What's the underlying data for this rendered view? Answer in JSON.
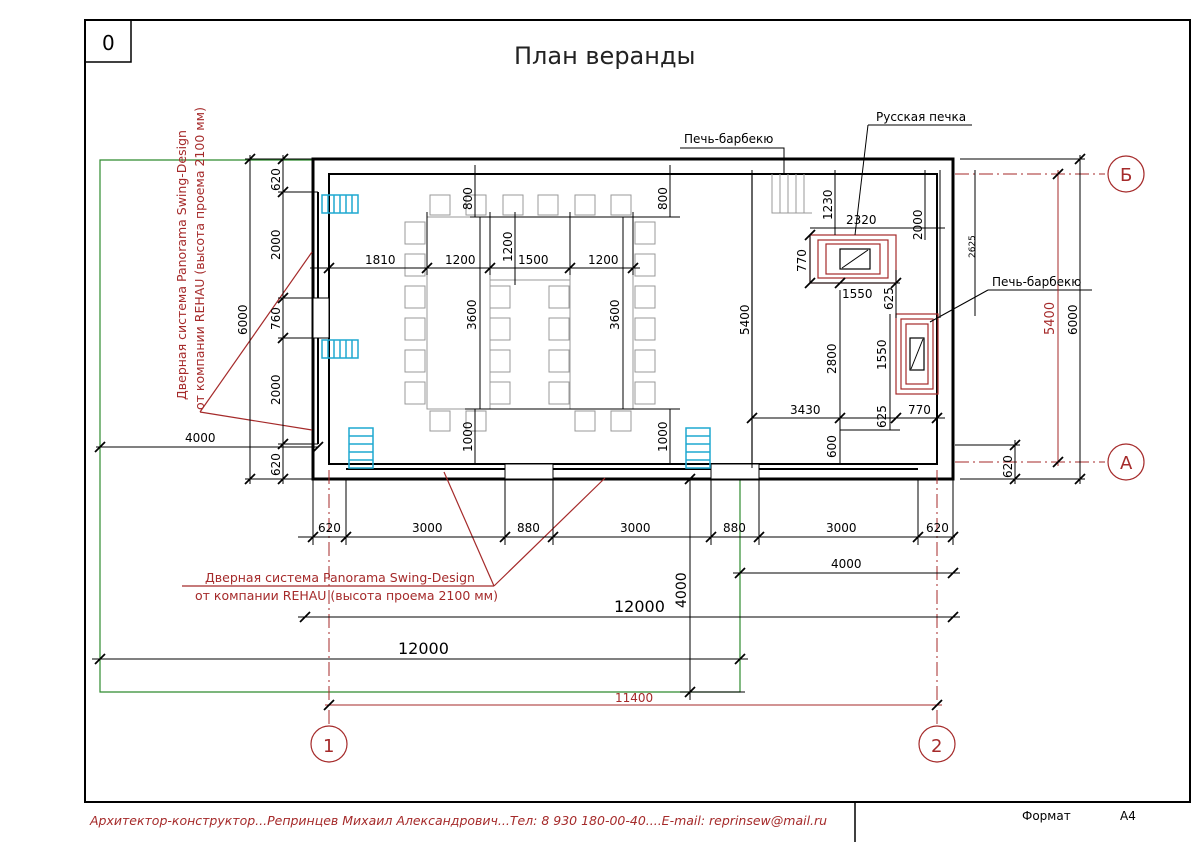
{
  "sheet": {
    "number": "0",
    "title": "План веранды",
    "format_label": "Формат",
    "format_value": "А4",
    "author_line": "Архитектор-конструктор...Репринцев Михаил Александрович...Тел: 8 930 180-00-40....E-mail: reprinsew@mail.ru"
  },
  "labels": {
    "bbq_top": "Печь-барбекю",
    "russian_stove": "Русская печка",
    "bbq_right": "Печь-барбекю",
    "door_left_1": "Дверная система Panorama Swing-Design",
    "door_left_2": "от компании REHAU (высота проема 2100 мм)",
    "door_bottom_1": "Дверная система Panorama Swing-Design",
    "door_bottom_2": "от компании REHAU (высота проема 2100 мм)"
  },
  "axes": {
    "axis_1": "1",
    "axis_2": "2",
    "axis_A": "А",
    "axis_B": "Б"
  },
  "dims": {
    "left_620_top": "620",
    "left_2000_a": "2000",
    "left_760": "760",
    "left_2000_b": "2000",
    "left_620_bot": "620",
    "left_6000": "6000",
    "left_4000": "4000",
    "top_800_a": "800",
    "top_800_b": "800",
    "row_1810": "1810",
    "row_1200_a": "1200",
    "vert_1200": "1200",
    "row_1500": "1500",
    "row_1200_b": "1200",
    "table_3600_a": "3600",
    "table_3600_b": "3600",
    "bot_1000_a": "1000",
    "bot_1000_b": "1000",
    "room_5400": "5400",
    "stove_1230": "1230",
    "stove_2320": "2320",
    "stove_2000": "2000",
    "stove_2625": "2625",
    "stove_770": "770",
    "stove_1550": "1550",
    "stove_625_a": "625",
    "dim_2800": "2800",
    "dim_1550_v": "1550",
    "dim_3430": "3430",
    "dim_625_b": "625",
    "dim_770_b": "770",
    "dim_600": "600",
    "right_5400": "5400",
    "right_6000": "6000",
    "right_620": "620",
    "b_620_l": "620",
    "b_3000_a": "3000",
    "b_880_a": "880",
    "b_3000_b": "3000",
    "b_880_b": "880",
    "b_3000_c": "3000",
    "b_620_r": "620",
    "b_4000_r": "4000",
    "b_4000_v": "4000",
    "b_12000_a": "12000",
    "b_12000_b": "12000",
    "b_11400": "11400"
  }
}
